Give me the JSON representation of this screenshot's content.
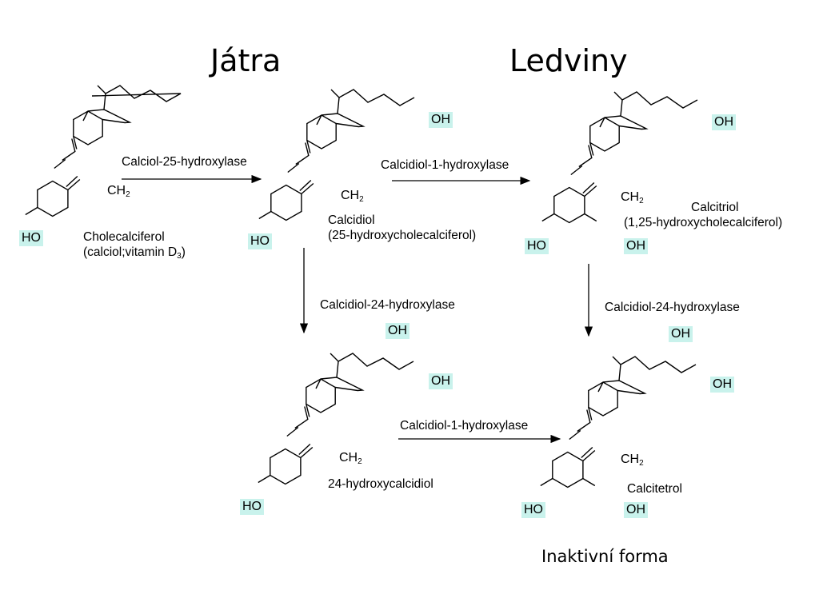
{
  "headings": {
    "liver": "Játra",
    "kidney": "Ledviny"
  },
  "enzymes": {
    "e1": "Calciol-25-hydroxylase",
    "e2": "Calcidiol-1-hydroxylase",
    "e3": "Calcidiol-24-hydroxylase",
    "e4": "Calcidiol-24-hydroxylase",
    "e5": "Calcidiol-1-hydroxylase"
  },
  "compounds": {
    "cholecalciferol": {
      "name": "Cholecalciferol",
      "alt": "(calciol;vitamin D",
      "alt_sub": "3",
      "alt_end": ")"
    },
    "calcidiol": {
      "name": "Calcidiol",
      "alt": "(25-hydroxycholecalciferol)"
    },
    "calcitriol": {
      "name": "Calcitriol",
      "alt": "(1,25-hydroxycholecalciferol)"
    },
    "hydroxycalcidiol": {
      "name": "24-hydroxycalcidiol"
    },
    "calcitetrol": {
      "name": "Calcitetrol"
    }
  },
  "groups": {
    "ho": "HO",
    "oh": "OH",
    "ch": "CH",
    "ch_sub": "2"
  },
  "note": "Inaktivní forma"
}
